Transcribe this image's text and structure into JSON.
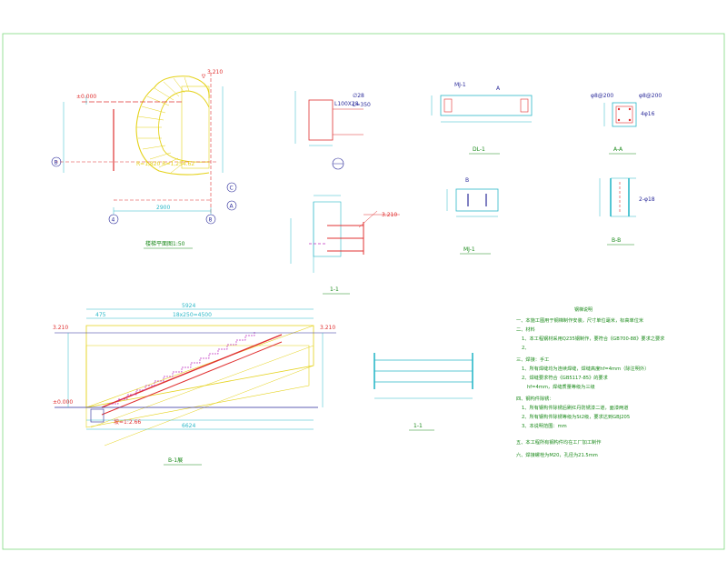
{
  "plan": {
    "title": "楼梯平面图",
    "scale": "1:50",
    "elev_top": "3.210",
    "elev_zero": "±0.000",
    "axis_b": "B",
    "axis_c": "C",
    "axis_a": "A",
    "axis_4": "4",
    "axis_8": "8",
    "dim_main": "2900",
    "note": "R=1,820 R=1,254.62"
  },
  "section_11_a": {
    "title": "1-1"
  },
  "section_11_b": {
    "title": "1-1"
  },
  "beam_dl1": {
    "title": "DL-1",
    "tag": "MJ-1",
    "axis_a": "A"
  },
  "section_aa": {
    "title": "A-A",
    "rebar_l": "φ8@200",
    "rebar_r": "φ8@200",
    "bar": "4φ16"
  },
  "section_bb": {
    "title": "B-B",
    "bar": "2-φ18"
  },
  "mj1": {
    "title": "MJ-1",
    "tag": "B"
  },
  "detail_top": {
    "elev": "3.210",
    "dim_pipe": "∅28",
    "dim_l": "L=350",
    "angle": "L100X28"
  },
  "elevation": {
    "title": "B-1展",
    "elev_left": "3.210",
    "elev_right": "3.210",
    "elev_zero": "±0.000",
    "dim_total": "5924",
    "dim_steps": "18x250=4500",
    "dim_bottom": "6624",
    "dim_side": "475",
    "note_slope": "坡=1:2.66"
  },
  "notes": {
    "title": "钢梯说明",
    "lines": [
      "一、本施工图用于钢梯制作安装，尺寸单位毫米，标高单位米",
      "二、材料",
      "1、本工程钢材采用Q235钢制作，要符合《GB700-88》要求之要求",
      "2、",
      "三、焊接：手工",
      "1、所有焊缝均为连续焊缝，焊缝高度hf=4mm（除注明外）",
      "2、焊缝要求符合《GB5117-85》的要求",
      "hf=4mm，焊缝质量等级为三级",
      "四、钢构件除锈：",
      "1、所有钢构件除锈后刷红丹防锈漆二道，面漆两道",
      "2、所有钢构件除锈等级为St2级，要求达到GBJ205",
      "3、本说明范围：mm",
      "五、本工程所有钢构件均在工厂加工制作",
      "六、焊接螺栓为M20，孔径为21.5mm"
    ]
  }
}
